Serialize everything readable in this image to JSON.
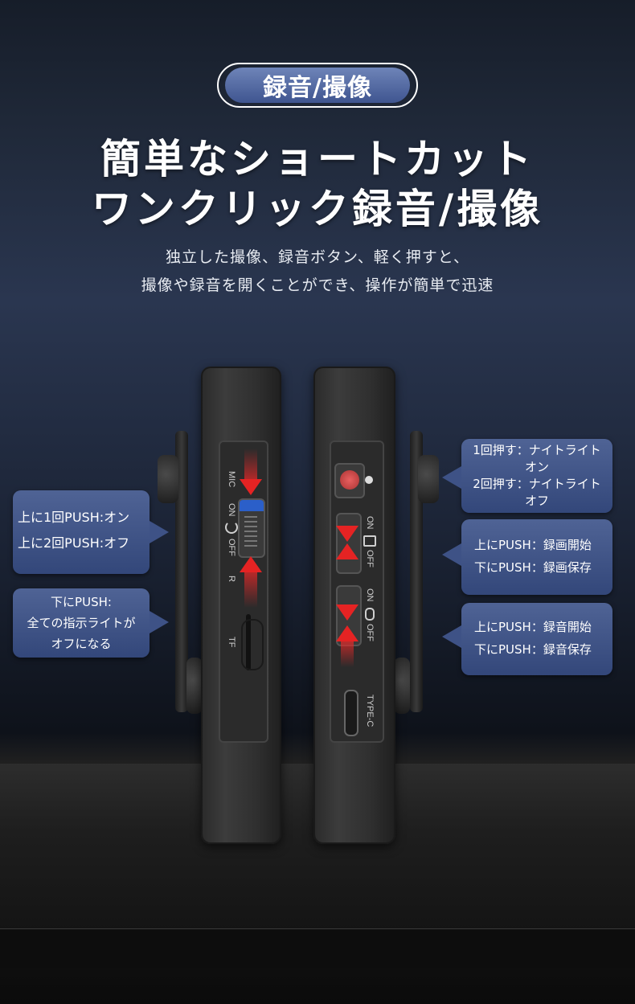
{
  "badge": {
    "label": "録音/撮像"
  },
  "headline": {
    "line1": "簡単なショートカット",
    "line2": "ワンクリック録音/撮像"
  },
  "description": {
    "line1": "独立した撮像、録音ボタン、軽く押すと、",
    "line2": "撮像や録音を開くことができ、操作が簡単で迅速"
  },
  "left_device": {
    "labels": {
      "mic": "MIC",
      "on": "ON",
      "off": "OFF",
      "r": "R",
      "tf": "TF"
    }
  },
  "right_device": {
    "labels": {
      "on1": "ON",
      "off1": "OFF",
      "on2": "ON",
      "off2": "OFF",
      "typec": "TYPE-C"
    }
  },
  "callouts": {
    "left_top": {
      "line1": "上に1回PUSH:オン",
      "line2": "上に2回PUSH:オフ"
    },
    "left_bottom": {
      "line1": "下にPUSH:",
      "line2": "全ての指示ライトが",
      "line3": "オフになる"
    },
    "right_top": {
      "line1": "1回押す：ナイトライト",
      "line2": "オン",
      "line3": "2回押す：ナイトライト",
      "line4": "オフ"
    },
    "right_mid": {
      "line1": "上にPUSH：録画開始",
      "line2": "下にPUSH：録画保存"
    },
    "right_bottom": {
      "line1": "上にPUSH：録音開始",
      "line2": "下にPUSH：録音保存"
    }
  },
  "colors": {
    "accent_blue": "#3f5590",
    "callout_blue": "#3e5286",
    "arrow_red": "#e52323",
    "switch_blue": "#2b5fc9"
  }
}
